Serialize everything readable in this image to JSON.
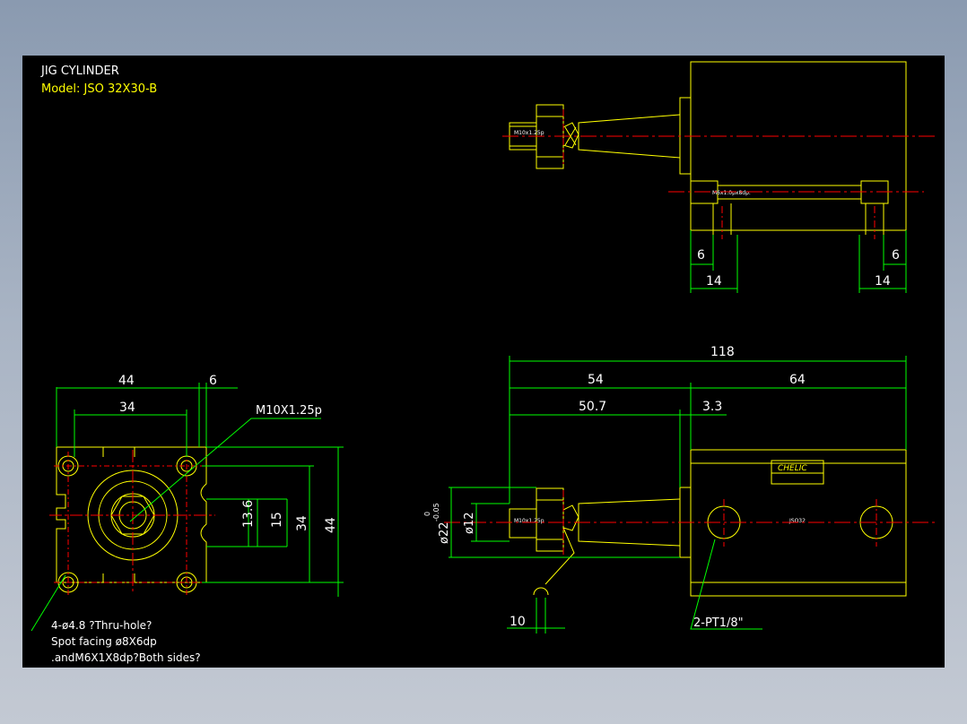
{
  "title": {
    "line1": "JIG CYLINDER",
    "line2": "Model:  JSO 32X30-B"
  },
  "colors": {
    "background": "#000000",
    "outline": "#ffff00",
    "dimension": "#00ff00",
    "centerline": "#ff0000",
    "label_text": "#ffffff"
  },
  "front_view": {
    "dims": [
      "44",
      "6",
      "34",
      "13.6",
      "15",
      "34",
      "44"
    ],
    "thread_callout": "M10X1.25p",
    "hole_note": {
      "line1": "4-ø4.8 ?Thru-hole?",
      "line2": "Spot facing  ø8X6dp",
      "line3": ".andM6X1X8dp?Both  sides?"
    }
  },
  "top_view": {
    "rod_thread": "M10x1.25p",
    "mount_thread": "M6x1.0px8dp.",
    "dims": [
      "6",
      "14",
      "6",
      "14"
    ]
  },
  "side_view": {
    "dims": {
      "overall": "118",
      "left": "54",
      "right": "64",
      "rod": "50.7",
      "gap": "3.3",
      "rod_dia": "ø12",
      "bore_dia": "ø22",
      "tol_upper": "0",
      "tol_lower": "-0.05",
      "wrench": "10"
    },
    "rod_thread": "M10x1.25p",
    "port": "2-PT1/8\"",
    "brand": "CHELIC",
    "model_mark": "JSO32"
  }
}
